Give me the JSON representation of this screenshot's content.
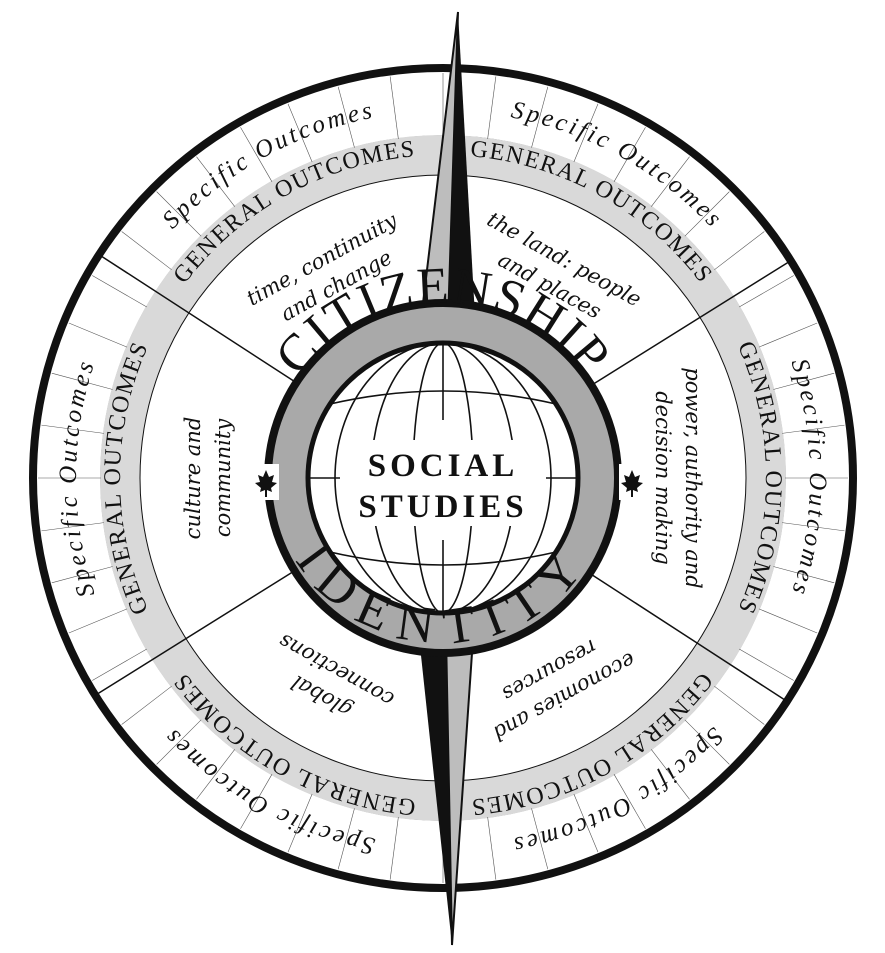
{
  "center": {
    "title_line1": "SOCIAL",
    "title_line2": "STUDIES"
  },
  "ring": {
    "top_word": "CITIZENSHIP",
    "bottom_word": "IDENTITY"
  },
  "band_labels": {
    "general": "GENERAL OUTCOMES",
    "specific": "Specific Outcomes"
  },
  "sectors": [
    {
      "lines": [
        "time, continuity",
        "and change"
      ]
    },
    {
      "lines": [
        "the land: people",
        "and places"
      ]
    },
    {
      "lines": [
        "power, authority and",
        "decision making"
      ]
    },
    {
      "lines": [
        "economies and",
        "resources"
      ]
    },
    {
      "lines": [
        "global",
        "connections"
      ]
    },
    {
      "lines": [
        "culture and",
        "community"
      ]
    }
  ],
  "colors": {
    "ink": "#111111",
    "band_gray": "#d9d9d9",
    "ring_gray": "#a9a9a9",
    "needle_gray": "#bdbdbd",
    "paper": "#ffffff"
  },
  "icons": [
    "maple-leaf-icon",
    "maple-leaf-icon"
  ]
}
